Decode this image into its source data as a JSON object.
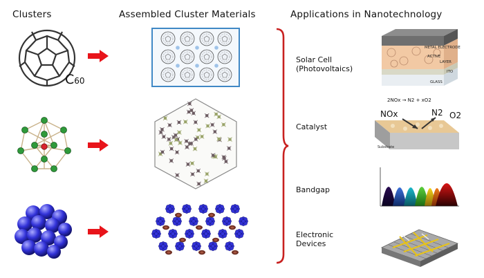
{
  "headers": {
    "clusters": "Clusters",
    "assembled": "Assembled Cluster Materials",
    "applications": "Applications in Nanotechnology"
  },
  "c60_label": {
    "main": "C",
    "sub": "60"
  },
  "applications": [
    {
      "line1": "Solar Cell",
      "line2": "(Photovoltaics)"
    },
    {
      "line1": "Catalyst",
      "line2": ""
    },
    {
      "line1": "Bandgap",
      "line2": ""
    },
    {
      "line1": "Electronic",
      "line2": "Devices"
    }
  ],
  "solar_layers": {
    "metal": "METAL ELECTRODE",
    "active1": "ACTIVE",
    "active2": "LAYER",
    "ito": "ITO",
    "glass": "GLASS"
  },
  "catalyst": {
    "equation": "2NOx → N2 + xO2",
    "nox": "NOx",
    "n2": "N2",
    "o2": "O2",
    "substrate": "Substrate"
  },
  "colors": {
    "arrow": "#e8141a",
    "brace": "#c8201f",
    "solar_frame": "#3f88c5",
    "c60_line": "#333333",
    "icosa_atom": "#2f9a3a",
    "icosa_center": "#d9232e",
    "blue_atom": "#3232d8",
    "brown_atom": "#6e2f23"
  },
  "icons": [
    "c60-molecule-icon",
    "icosahedral-cluster-icon",
    "blue-atom-cluster-icon",
    "right-arrow-icon",
    "curly-brace-icon"
  ]
}
